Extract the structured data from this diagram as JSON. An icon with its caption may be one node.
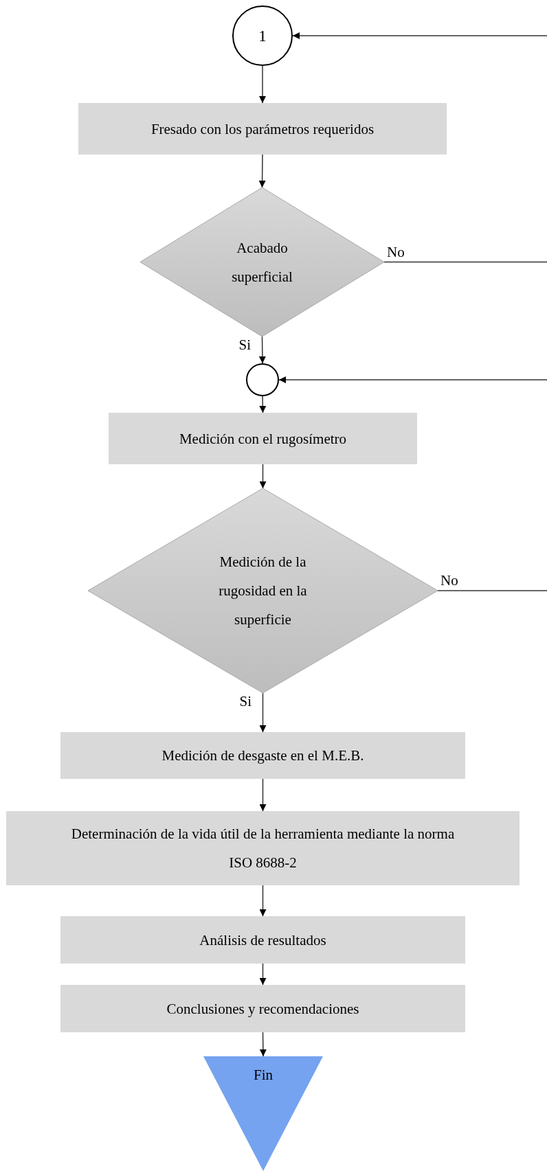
{
  "diagram": {
    "nodes": [
      {
        "text": [
          "1"
        ]
      },
      {
        "text": [
          "Fresado con los parámetros requeridos"
        ]
      },
      {
        "text": [
          "Acabado superficial"
        ]
      },
      {
        "text": [],
        "shape": "circle"
      },
      {
        "text": [
          "Medición con el rugosímetro"
        ]
      },
      {
        "text": [
          "Medición de la rugosidad en la superficie"
        ]
      },
      {
        "text": [
          "Medición de desgaste en el M.E.B."
        ]
      },
      {
        "text": [
          "Determinación de la vida útil de la herramienta mediante la norma ISO 8688-2"
        ]
      },
      {
        "text": [
          "Análisis de resultados"
        ]
      },
      {
        "text": [
          "Conclusiones y recomendaciones"
        ]
      },
      {
        "text": [
          "Fin"
        ]
      }
    ],
    "edges": [
      {
        "from": null,
        "to": 0,
        "arrow": "to"
      },
      {
        "from": 0,
        "to": 1,
        "arrow": "to"
      },
      {
        "from": 1,
        "to": 2,
        "arrow": "to"
      },
      {
        "from": 2,
        "to": 3,
        "arrow": "to",
        "label": "Si"
      },
      {
        "from": 2,
        "to": null,
        "arrow": "none",
        "label": "No"
      },
      {
        "from": null,
        "to": 3,
        "arrow": "to"
      },
      {
        "from": 3,
        "to": 4,
        "arrow": "to"
      },
      {
        "from": 4,
        "to": 5,
        "arrow": "to"
      },
      {
        "from": 5,
        "to": 6,
        "arrow": "to",
        "label": "Si"
      },
      {
        "from": 5,
        "to": null,
        "arrow": "none",
        "label": "No"
      },
      {
        "from": 6,
        "to": 7,
        "arrow": "to"
      },
      {
        "from": 7,
        "to": 8,
        "arrow": "to"
      },
      {
        "from": 8,
        "to": 9,
        "arrow": "to"
      },
      {
        "from": 9,
        "to": 10,
        "arrow": "to"
      }
    ]
  }
}
